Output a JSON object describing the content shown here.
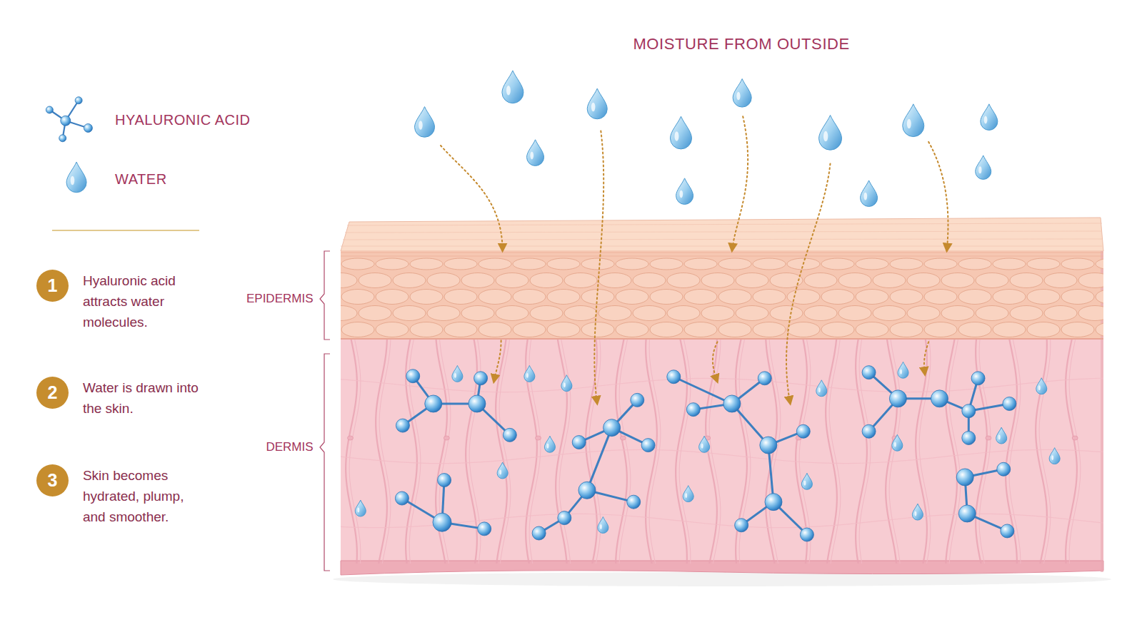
{
  "diagram": {
    "title": "MOISTURE FROM OUTSIDE",
    "nodes": [
      {
        "text": [
          "1",
          "Hyaluronic acid attracts water molecules."
        ]
      },
      {
        "text": [
          "2",
          "Water is drawn into the skin."
        ]
      },
      {
        "text": [
          "3",
          "Skin becomes hydrated, plump, and smoother."
        ]
      }
    ],
    "labels": [
      "EPIDERMIS",
      "DERMIS"
    ],
    "legend": [
      {
        "text": "HYALURONIC ACID"
      },
      {
        "text": "WATER"
      }
    ]
  }
}
